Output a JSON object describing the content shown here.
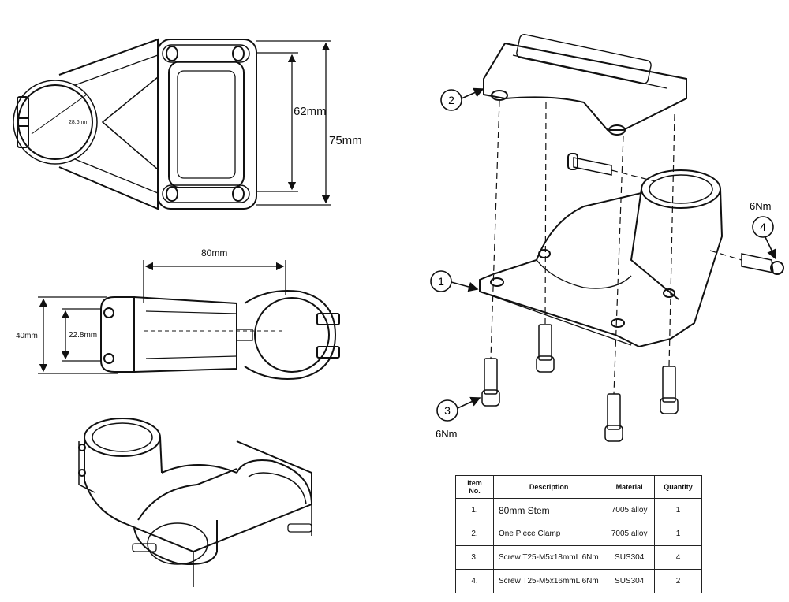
{
  "top_view": {
    "dim_62": "62mm",
    "dim_75": "75mm",
    "dim_bore": "28.6mm"
  },
  "side_view": {
    "dim_80": "80mm",
    "dim_40": "40mm",
    "dim_22_8": "22.8mm"
  },
  "exploded_view": {
    "callouts": [
      "1",
      "2",
      "3",
      "4"
    ],
    "torque_3": "6Nm",
    "torque_4": "6Nm"
  },
  "parts_table": {
    "headers": [
      "Item No.",
      "Description",
      "Material",
      "Quantity"
    ],
    "rows": [
      {
        "item": "1.",
        "description": "80mm Stem",
        "material": "7005 alloy",
        "quantity": "1"
      },
      {
        "item": "2.",
        "description": "One Piece Clamp",
        "material": "7005 alloy",
        "quantity": "1"
      },
      {
        "item": "3.",
        "description": "Screw T25-M5x18mmL 6Nm",
        "material": "SUS304",
        "quantity": "4"
      },
      {
        "item": "4.",
        "description": "Screw T25-M5x16mmL 6Nm",
        "material": "SUS304",
        "quantity": "2"
      }
    ]
  }
}
